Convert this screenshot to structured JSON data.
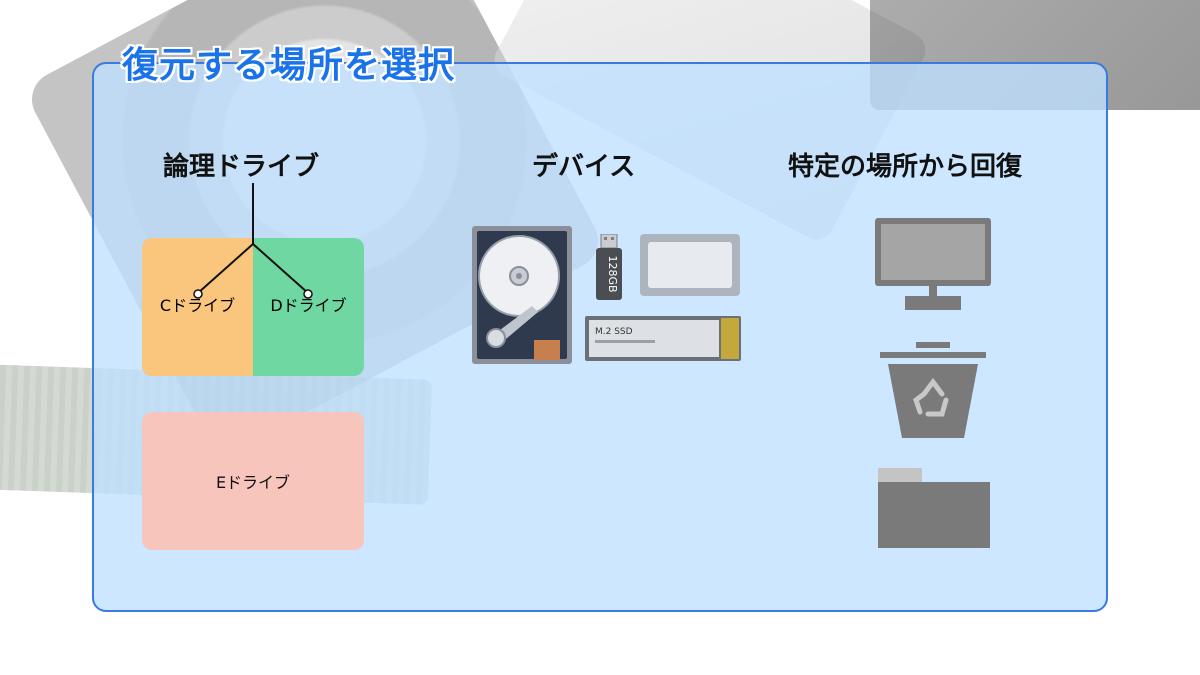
{
  "title": "復元する場所を選択",
  "columns": {
    "logical": {
      "heading": "論理ドライブ",
      "drives": {
        "c": "Cドライブ",
        "d": "Dドライブ",
        "e": "Eドライブ"
      }
    },
    "devices": {
      "heading": "デバイス",
      "usb_label": "128GB",
      "m2_label": "M.2 SSD"
    },
    "location": {
      "heading": "特定の場所から回復",
      "icons": [
        "monitor-icon",
        "recycle-bin-icon",
        "folder-icon"
      ]
    }
  },
  "colors": {
    "title": "#1a73e8",
    "panel_border": "#3a7be0",
    "drive_c": "#fac57c",
    "drive_d": "#6fd8a2",
    "drive_e": "#f8c5bc",
    "icon_gray": "#7a7a7a"
  }
}
